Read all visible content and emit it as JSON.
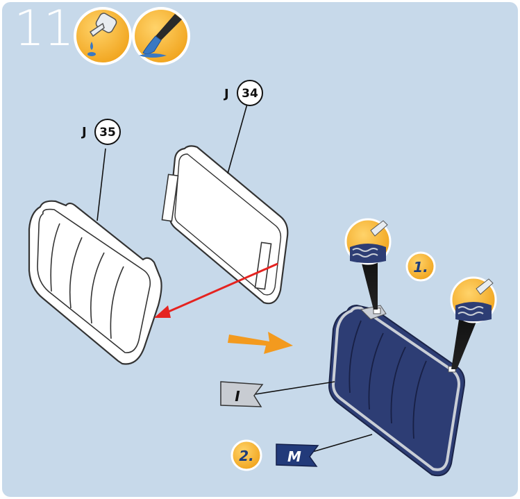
{
  "step": {
    "number": "11"
  },
  "tool_icons": [
    {
      "icon": "glue-bottle-icon"
    },
    {
      "icon": "paint-brush-icon"
    }
  ],
  "parts": [
    {
      "sprue": "J",
      "number": "35"
    },
    {
      "sprue": "J",
      "number": "34"
    }
  ],
  "sub_steps": [
    {
      "label": "1."
    },
    {
      "label": "2."
    }
  ],
  "paint_flags": [
    {
      "code": "I"
    },
    {
      "code": "M"
    }
  ],
  "colors": {
    "background": "#c7d9ea",
    "seat_paint": "#2d3d74",
    "piping": "#c9ced6",
    "flag_I": "#c8ccd2",
    "flag_M": "#223a7a",
    "orange_badge": "#f2a81d",
    "arrow_red": "#e52320",
    "arrow_orange": "#f39a1e"
  }
}
